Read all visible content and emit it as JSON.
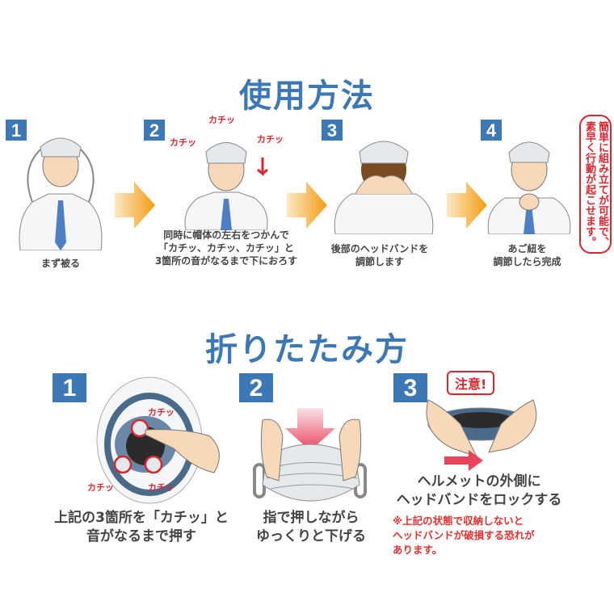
{
  "usage": {
    "title": "使用方法",
    "steps": [
      {
        "number": "1",
        "caption": "まず被る"
      },
      {
        "number": "2",
        "caption": "同時に帽体の左右をつかんで\n「カチッ、カチッ、カチッ」と\n3箇所の音がなるまで下におろす",
        "sound_labels": [
          "カチッ",
          "カチッ",
          "カチッ"
        ]
      },
      {
        "number": "3",
        "caption": "後部のヘッドバンドを\n調節します"
      },
      {
        "number": "4",
        "caption": "あご紐を\n調節したら完成"
      }
    ],
    "callout": "簡単に組み立てが可能で、\n素早く行動が起こせます。"
  },
  "folding": {
    "title": "折りたたみ方",
    "steps": [
      {
        "number": "1",
        "caption": "上記の3箇所を「カチッ」と\n音がなるまで押す",
        "sound_labels": [
          "カチッ",
          "カチッ",
          "カチッ"
        ]
      },
      {
        "number": "2",
        "caption": "指で押しながら\nゆっくりと下げる"
      },
      {
        "number": "3",
        "caption": "ヘルメットの外側に\nヘッドバンドをロックする",
        "warning_label": "注意!",
        "note": "※上記の状態で収納しないと\nヘッドバンドが破損する恐れが\nあります。"
      }
    ]
  },
  "colors": {
    "heading_blue": "#3d78b6",
    "accent_red": "#d8262f",
    "arrow_orange": "#f39c12",
    "text_gray": "#444444"
  }
}
